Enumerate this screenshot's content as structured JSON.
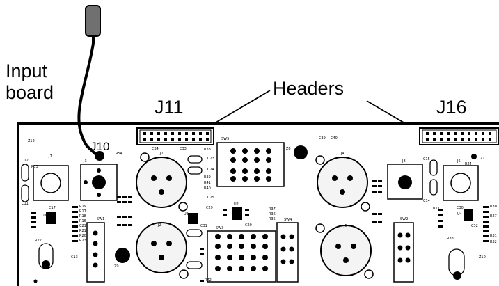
{
  "callouts": {
    "input_board_line1": "Input",
    "input_board_line2": "board",
    "headers": "Headers",
    "j11": "J11",
    "j16": "J16",
    "j10": "J10"
  },
  "board_refs": {
    "z12": "Z12",
    "j7": "J7",
    "j3": "J3",
    "r54": "R54",
    "c34": "C34",
    "c33": "C33",
    "j1": "J1",
    "r38": "R38",
    "c23": "C23",
    "c24": "C24",
    "r39": "R39",
    "r41": "R41",
    "r40": "R40",
    "c25": "C25",
    "sw5": "SW5",
    "z6": "Z6",
    "c39": "C39",
    "c40": "C40",
    "j4": "J4",
    "j8": "J8",
    "c15": "C15",
    "j6": "J6",
    "r24": "R24",
    "z11": "Z11",
    "c12": "C12",
    "c11": "C11",
    "r13": "R13",
    "c17": "C17",
    "r19": "R19",
    "r17": "R17",
    "r18": "R18",
    "r16": "R16",
    "c21": "C21",
    "r21": "R21",
    "r20": "R20",
    "r23": "R23",
    "r22": "R22",
    "c13": "C13",
    "sw1": "SW1",
    "z9": "Z9",
    "j2": "J2",
    "c29": "C29",
    "c31": "C31",
    "sw3": "SW3",
    "sw4": "SW4",
    "j5": "J5",
    "sw2": "SW2",
    "r42": "R42",
    "c20": "C20",
    "r35": "R35",
    "r36": "R36",
    "r37": "R37",
    "c14": "C14",
    "r11": "R11",
    "c30": "C30",
    "r30": "R30",
    "r27": "R27",
    "c32": "C32",
    "r31": "R31",
    "r32": "R32",
    "r33": "R33",
    "z10": "Z10",
    "u1": "U1",
    "u2": "U2",
    "u3": "U3",
    "u4": "U4"
  },
  "colors": {
    "ink": "#000000",
    "cable_plug": "#707070",
    "component_fill": "#ffffff",
    "jack_fill": "#f4f4f4"
  }
}
